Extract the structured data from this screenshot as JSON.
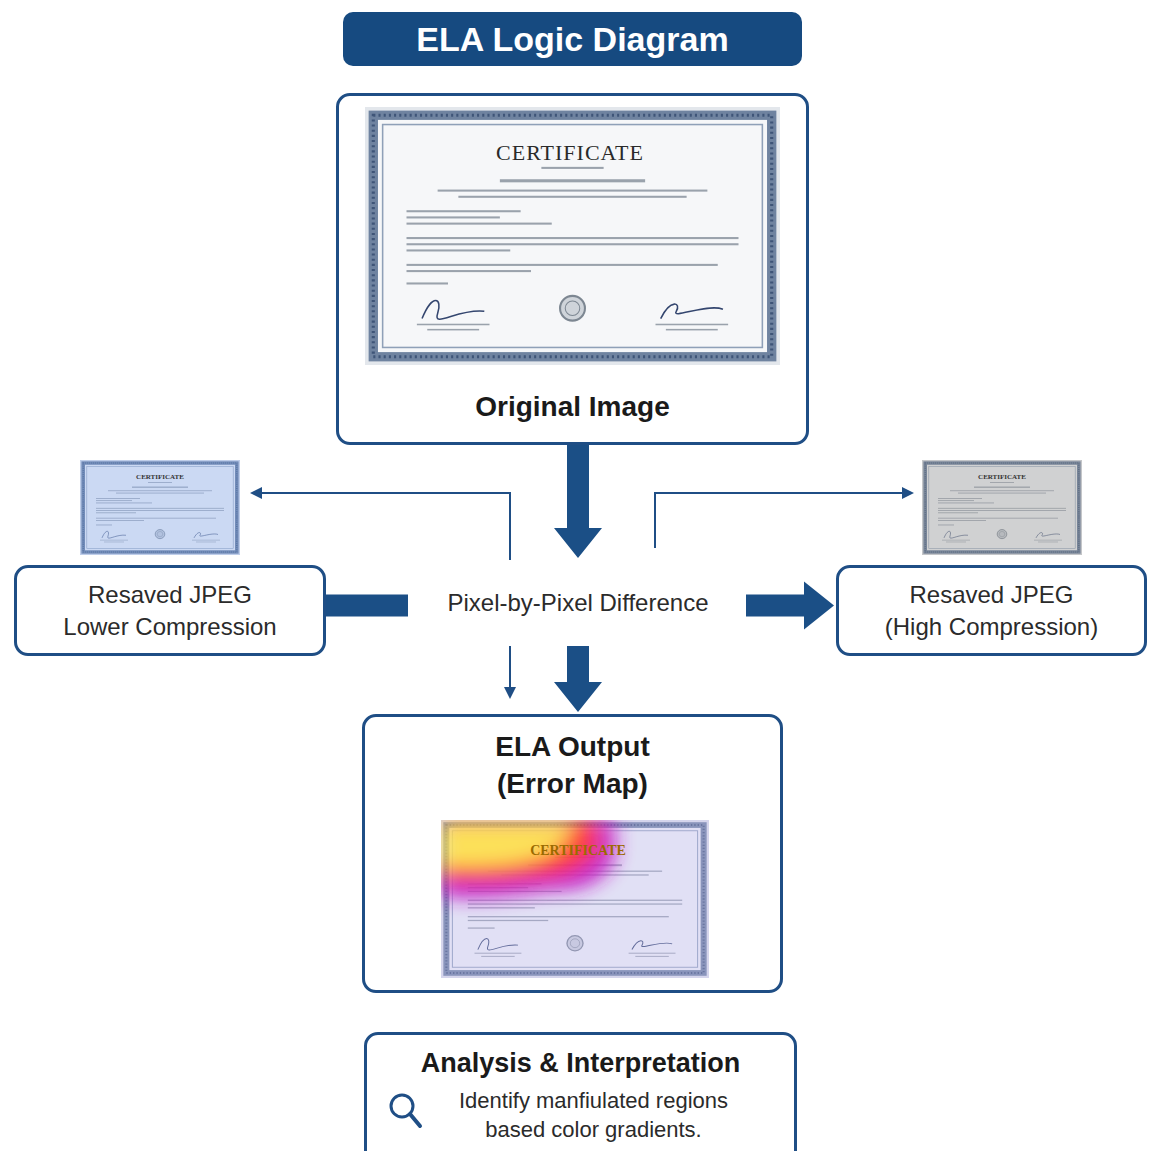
{
  "diagram": {
    "title": "ELA Logic Diagram",
    "nodes": [
      {
        "text": [
          "Original Image"
        ]
      },
      {
        "text": [
          "Resaved JPEG Lower Compression"
        ]
      },
      {
        "text": [
          "Pixel-by-Pixel Difference"
        ]
      },
      {
        "text": [
          "Resaved JPEG (High Compression)"
        ]
      },
      {
        "text": [
          "ELA Output (Error Map)"
        ]
      },
      {
        "text": [
          "Analysis & Interpretation",
          "Identify manfiulated regions based color gradients."
        ]
      }
    ],
    "edges": [
      {
        "from": 0,
        "to": 2,
        "arrow": "to"
      },
      {
        "from": 1,
        "to": 2,
        "arrow": "none"
      },
      {
        "from": 2,
        "to": 3,
        "arrow": "to"
      },
      {
        "from": 2,
        "to": 4,
        "arrow": "to"
      }
    ],
    "labels": [
      "CERTIFICATE",
      "CERTIFICATE",
      "CERTIFICATE",
      "CERTIFICATE"
    ]
  }
}
